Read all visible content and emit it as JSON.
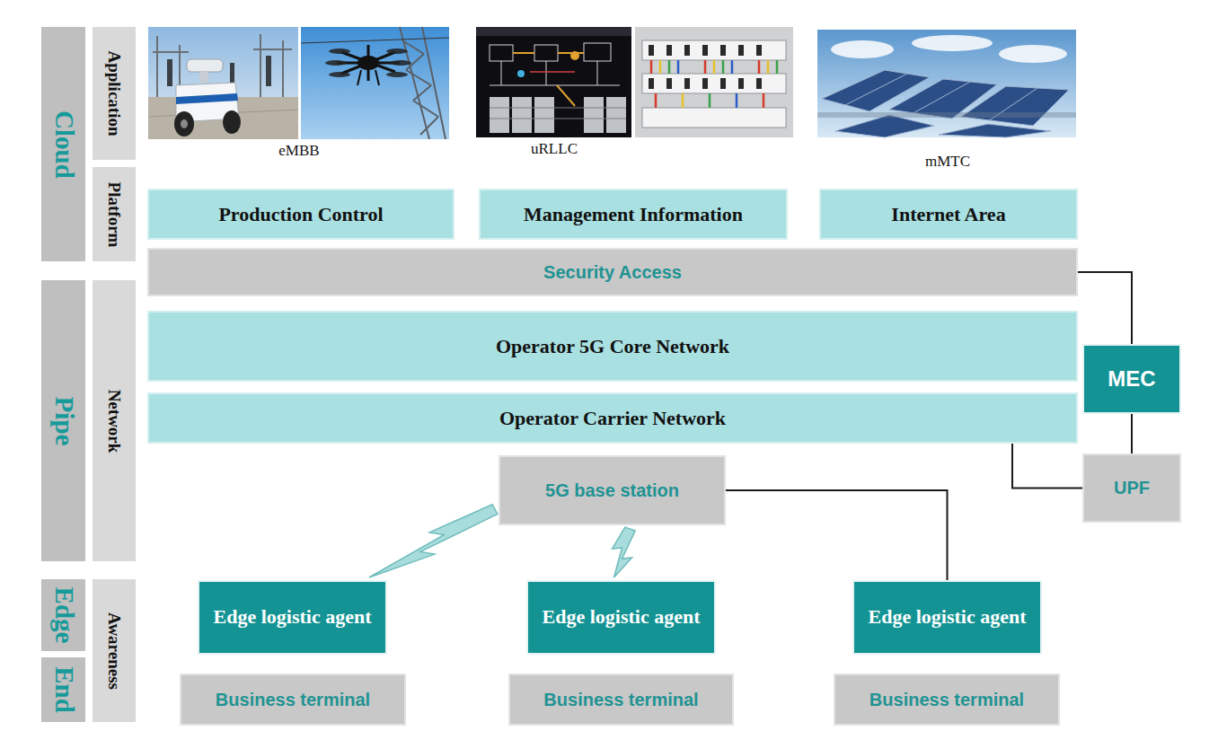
{
  "diagram": {
    "nodes": [
      {
        "text": [
          "Cloud"
        ]
      },
      {
        "text": [
          "Application"
        ]
      },
      {
        "text": [
          "Platform"
        ]
      },
      {
        "text": [
          "Production Control"
        ]
      },
      {
        "text": [
          "Management Information"
        ]
      },
      {
        "text": [
          "Internet Area"
        ]
      },
      {
        "text": [
          "Security Access"
        ]
      },
      {
        "text": [
          "Pipe"
        ]
      },
      {
        "text": [
          "Network"
        ]
      },
      {
        "text": [
          "Operator 5G Core Network"
        ]
      },
      {
        "text": [
          "MEC"
        ]
      },
      {
        "text": [
          "Operator Carrier Network"
        ]
      },
      {
        "text": [
          "5G base station"
        ]
      },
      {
        "text": [
          "UPF"
        ]
      },
      {
        "text": [
          "Edge"
        ]
      },
      {
        "text": [
          "Awareness"
        ]
      },
      {
        "text": [
          "Edge logistic agent"
        ]
      },
      {
        "text": [
          "Edge logistic agent"
        ]
      },
      {
        "text": [
          "Edge logistic agent"
        ]
      },
      {
        "text": [
          "End"
        ]
      },
      {
        "text": [
          "Business terminal"
        ]
      },
      {
        "text": [
          "Business terminal"
        ]
      },
      {
        "text": [
          "Business terminal"
        ]
      }
    ],
    "edges": [
      {
        "from": 6,
        "to": 10,
        "arrow": "none"
      },
      {
        "from": 10,
        "to": 13,
        "arrow": "none"
      },
      {
        "from": 11,
        "to": 13,
        "arrow": "none"
      },
      {
        "from": 12,
        "to": 16,
        "arrow": "none"
      },
      {
        "from": 12,
        "to": 17,
        "arrow": "none"
      },
      {
        "from": 12,
        "to": 18,
        "arrow": "none"
      }
    ],
    "labels": [
      "eMBB",
      "uRLLC",
      "mMTC"
    ]
  }
}
